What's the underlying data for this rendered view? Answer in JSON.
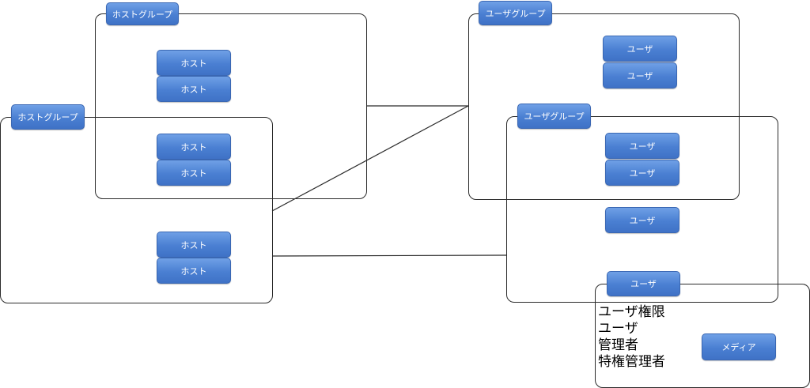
{
  "host_group_1": {
    "label": "ホストグループ",
    "hosts": [
      "ホスト",
      "ホスト",
      "ホスト",
      "ホスト"
    ]
  },
  "host_group_2": {
    "label": "ホストグループ",
    "hosts": [
      "ホスト",
      "ホスト"
    ]
  },
  "user_group_1": {
    "label": "ユーザグループ",
    "users": [
      "ユーザ",
      "ユーザ"
    ]
  },
  "user_group_2": {
    "label": "ユーザグループ",
    "users": [
      "ユーザ",
      "ユーザ",
      "ユーザ"
    ]
  },
  "user_detail": {
    "label": "ユーザ",
    "roles": [
      "ユーザ権限",
      "ユーザ",
      "管理者",
      "特権管理者"
    ],
    "media_label": "メディア"
  },
  "colors": {
    "pill_fill": "#4a7fd2",
    "line": "#2b2b2b"
  }
}
